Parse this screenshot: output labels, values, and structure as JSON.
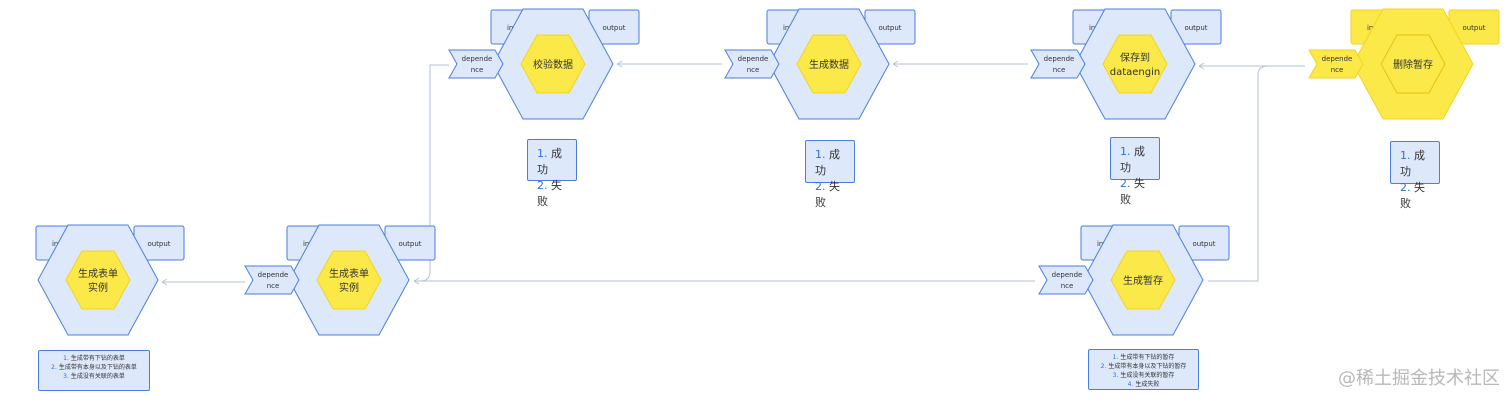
{
  "labels": {
    "input": "input",
    "output": "output",
    "dependence": "depende nce"
  },
  "nodes": {
    "instance_left": {
      "name_lines": [
        "生成表单",
        "实例"
      ]
    },
    "instance_mid": {
      "name_lines": [
        "生成表单",
        "实例"
      ]
    },
    "validate": {
      "name_lines": [
        "校验数据"
      ]
    },
    "generate": {
      "name_lines": [
        "生成数据"
      ]
    },
    "save": {
      "name_lines": [
        "保存到",
        "dataengin"
      ]
    },
    "draft": {
      "name_lines": [
        "生成暂存"
      ]
    },
    "delete": {
      "name_lines": [
        "删除暂存"
      ]
    }
  },
  "outcome_lists": {
    "validate": [
      "成功",
      "失败"
    ],
    "generate": [
      "成功",
      "失败"
    ],
    "save": [
      "成功",
      "失败"
    ],
    "delete": [
      "成功",
      "失败"
    ],
    "instance_left": [
      "生成带有下钻的表单",
      "生成带有本身以及下钻的表单",
      "生成没有关联的表单"
    ],
    "draft": [
      "生成带有下钻的暂存",
      "生成带有本身以及下钻的暂存",
      "生成没有关联的暂存",
      "生成失败"
    ]
  },
  "watermark": "@稀土掘金技术社区",
  "colors": {
    "blue_fill": "#dde8fb",
    "blue_stroke": "#4a7ee0",
    "yellow": "#fbe94a",
    "yellow_stroke": "#f5d31a",
    "connector": "#b5c1d6"
  }
}
